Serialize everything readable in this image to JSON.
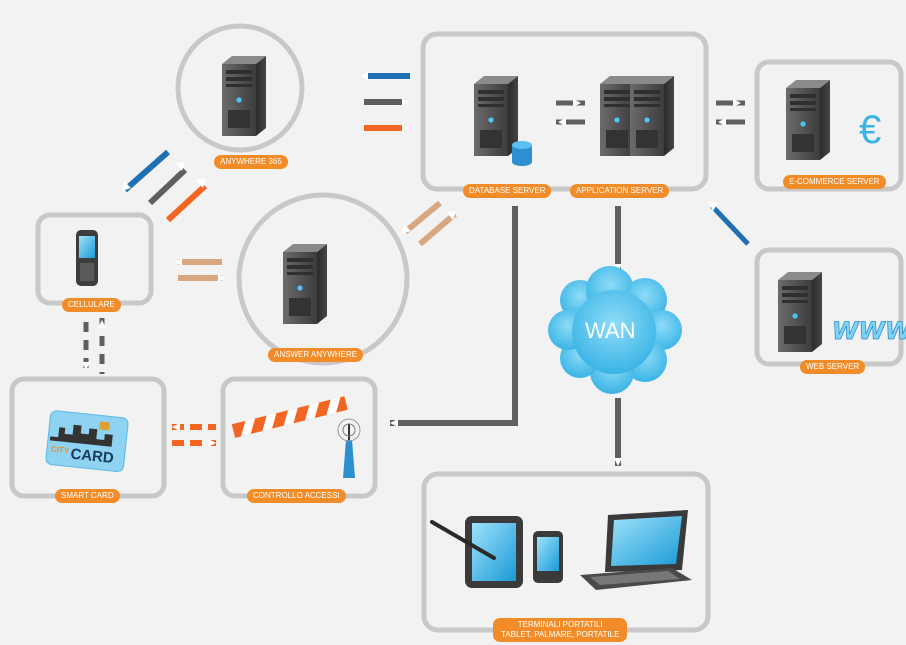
{
  "nodes": {
    "anywhere365": "ANYWHERE 365",
    "database_server": "DATABASE SERVER",
    "application_server": "APPLICATION SERVER",
    "ecommerce_server": "E-COMMERCE SERVER",
    "cellulare": "CELLULARE",
    "answer_anywhere": "ANSWER ANYWHERE",
    "web_server": "WEB SERVER",
    "wan": "WAN",
    "smart_card": "SMART CARD",
    "controllo_accessi": "CONTROLLO ACCESSI",
    "terminali_line1": "TERMINALI PORTATILI",
    "terminali_line2": "TABLET, PALMARE, PORTATILE"
  },
  "card_text": {
    "city": "CITY",
    "card": "CARD"
  },
  "web_text": "WWW",
  "euro_symbol": "€",
  "colors": {
    "background": "#f2f2f2",
    "frame": "#c8c8c8",
    "label_bg": "#f28c28",
    "blue_arrow": "#1f6fb5",
    "gray_arrow": "#5f5f5f",
    "orange_arrow": "#f26522",
    "tan_arrow": "#d9a77f",
    "wan_cloud": "#5bc8ef"
  },
  "icons": [
    "server-icon",
    "database-icon",
    "euro-icon",
    "www-icon",
    "cloud-icon",
    "mobile-phone-icon",
    "smart-card-icon",
    "barrier-icon",
    "antenna-icon",
    "tablet-icon",
    "pda-icon",
    "laptop-icon",
    "stylus-icon"
  ]
}
